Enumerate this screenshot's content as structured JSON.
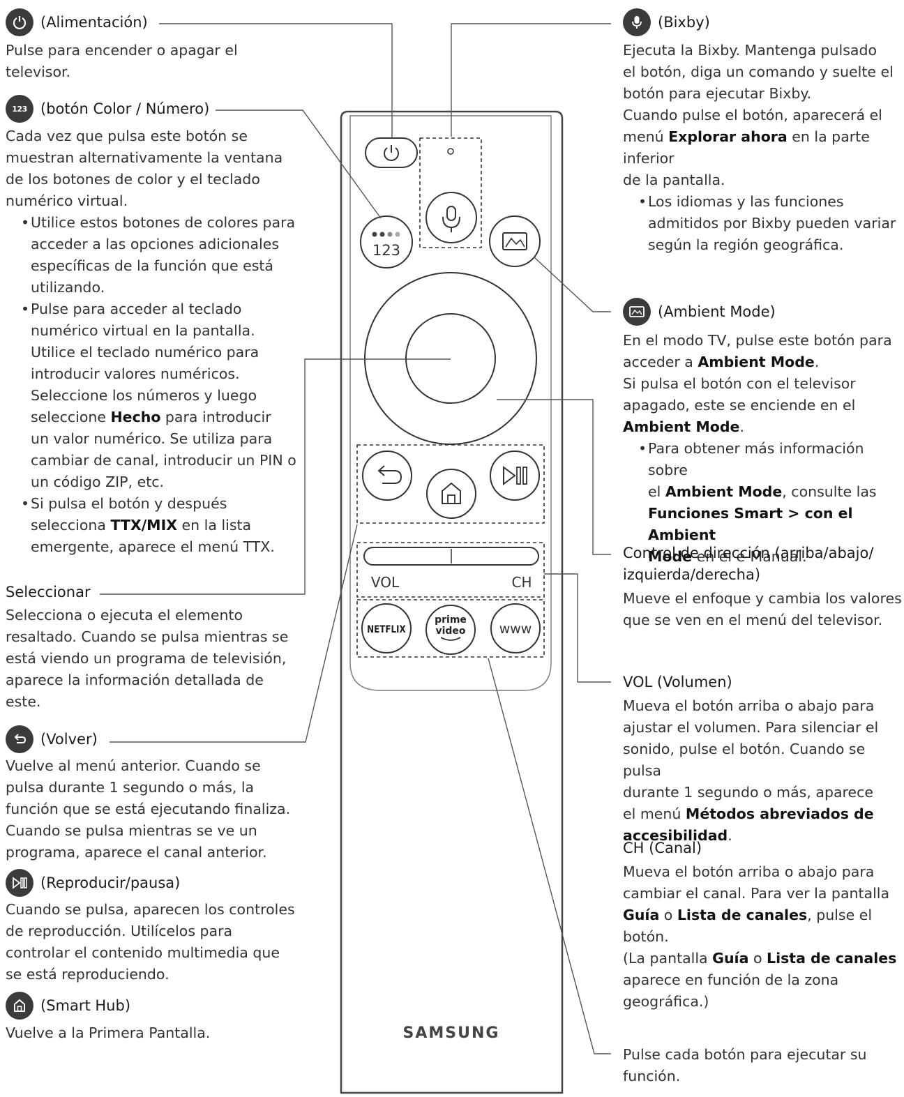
{
  "left": {
    "power": {
      "title": "(Alimentación)",
      "desc": [
        "Pulse para encender o apagar el",
        "televisor."
      ]
    },
    "color": {
      "icon_text": "123",
      "title": "(botón Color / Número)",
      "desc": [
        "Cada vez que pulsa este botón se",
        "muestran alternativamente la ventana",
        "de los botones de color y el teclado",
        "numérico virtual."
      ],
      "bullet1": [
        "Utilice estos botones de colores para",
        "acceder a las opciones adicionales",
        "específicas de la función que está",
        "utilizando."
      ],
      "bullet2": {
        "l1": "Pulse para acceder al teclado",
        "l2": "numérico virtual en la pantalla.",
        "l3": "Utilice el teclado numérico para",
        "l4": "introducir valores numéricos.",
        "l5": "Seleccione los números y luego",
        "l6_pre": "seleccione ",
        "l6_bold": "Hecho",
        "l6_post": " para introducir",
        "l7": "un valor numérico. Se utiliza para",
        "l8": "cambiar de canal, introducir un PIN o",
        "l9": "un código ZIP, etc."
      },
      "bullet3": {
        "l1": "Si pulsa el botón y después",
        "l2_pre": "selecciona ",
        "l2_bold": "TTX/MIX",
        "l2_post": " en la lista",
        "l3": "emergente, aparece el menú TTX."
      }
    },
    "select": {
      "title": "Seleccionar",
      "desc": [
        "Selecciona o ejecuta el elemento",
        "resaltado. Cuando se pulsa mientras se",
        "está viendo un programa de televisión,",
        "aparece la información detallada de",
        "este."
      ]
    },
    "back": {
      "title": "(Volver)",
      "desc": [
        "Vuelve al menú anterior. Cuando se",
        "pulsa durante 1 segundo o más, la",
        "función que se está ejecutando finaliza.",
        "Cuando se pulsa mientras se ve un",
        "programa, aparece el canal anterior."
      ]
    },
    "play": {
      "title": "(Reproducir/pausa)",
      "desc": [
        "Cuando se pulsa, aparecen los controles",
        "de reproducción. Utilícelos para",
        "controlar el contenido multimedia que",
        "se está reproduciendo."
      ]
    },
    "home": {
      "title": "(Smart Hub)",
      "desc": [
        "Vuelve a la Primera Pantalla."
      ]
    }
  },
  "right": {
    "bixby": {
      "title": "(Bixby)",
      "desc": [
        "Ejecuta la Bixby. Mantenga pulsado",
        "el botón, diga un comando y suelte el",
        "botón para ejecutar Bixby.",
        "Cuando pulse el botón, aparecerá el"
      ],
      "d5_pre": "menú ",
      "d5_bold": "Explorar ahora",
      "d5_post": " en la parte inferior",
      "d6": "de la pantalla.",
      "bullet": [
        "Los idiomas y las funciones",
        "admitidos por Bixby pueden variar",
        "según la región geográfica."
      ]
    },
    "ambient": {
      "title": "(Ambient Mode)",
      "d1": "En el modo TV, pulse este botón para",
      "d2_pre": "acceder a ",
      "d2_bold": "Ambient Mode",
      "d2_post": ".",
      "d3": "Si pulsa el botón con el televisor",
      "d4": "apagado, este se enciende en el",
      "d5_bold": "Ambient Mode",
      "d5_post": ".",
      "b1": "Para obtener más información sobre",
      "b2_pre": "el ",
      "b2_bold": "Ambient Mode",
      "b2_post": ", consulte las",
      "b3_bold": "Funciones Smart > con el Ambient",
      "b4_bold": "Mode",
      "b4_post": " en el e-Manual."
    },
    "direction": {
      "title": [
        "Control de dirección (arriba/abajo/",
        "izquierda/derecha)"
      ],
      "desc": [
        "Mueve el enfoque y cambia los valores",
        "que se ven en el menú del televisor."
      ]
    },
    "vol": {
      "title": "VOL (Volumen)",
      "desc": [
        "Mueva el botón arriba o abajo para",
        "ajustar el volumen. Para silenciar el",
        "sonido, pulse el botón. Cuando se pulsa",
        "durante 1 segundo o más, aparece"
      ],
      "d5_pre": "el menú ",
      "d5_bold": "Métodos abreviados de",
      "d6_bold": "accesibilidad",
      "d6_post": "."
    },
    "ch": {
      "title": "CH (Canal)",
      "d1": "Mueva el botón arriba o abajo para",
      "d2": "cambiar el canal. Para ver la pantalla",
      "d3_bold1": "Guía",
      "d3_mid": " o ",
      "d3_bold2": "Lista de canales",
      "d3_post": ", pulse el botón.",
      "d4_pre": "(La pantalla ",
      "d4_bold1": "Guía",
      "d4_mid": " o ",
      "d4_bold2": "Lista de canales",
      "d5": "aparece en función de la zona",
      "d6": "geográfica.)"
    },
    "apps": {
      "desc": [
        "Pulse cada botón para ejecutar su",
        "función."
      ]
    }
  },
  "remote": {
    "numpad_label": "123",
    "vol_label": "VOL",
    "ch_label": "CH",
    "netflix_label": "NETFLIX",
    "prime_line1": "prime",
    "prime_line2": "video",
    "www_label": "www",
    "brand": "SAMSUNG",
    "colors": {
      "body_outline": "#444444",
      "icon_bg": "#3b3b3b"
    }
  }
}
